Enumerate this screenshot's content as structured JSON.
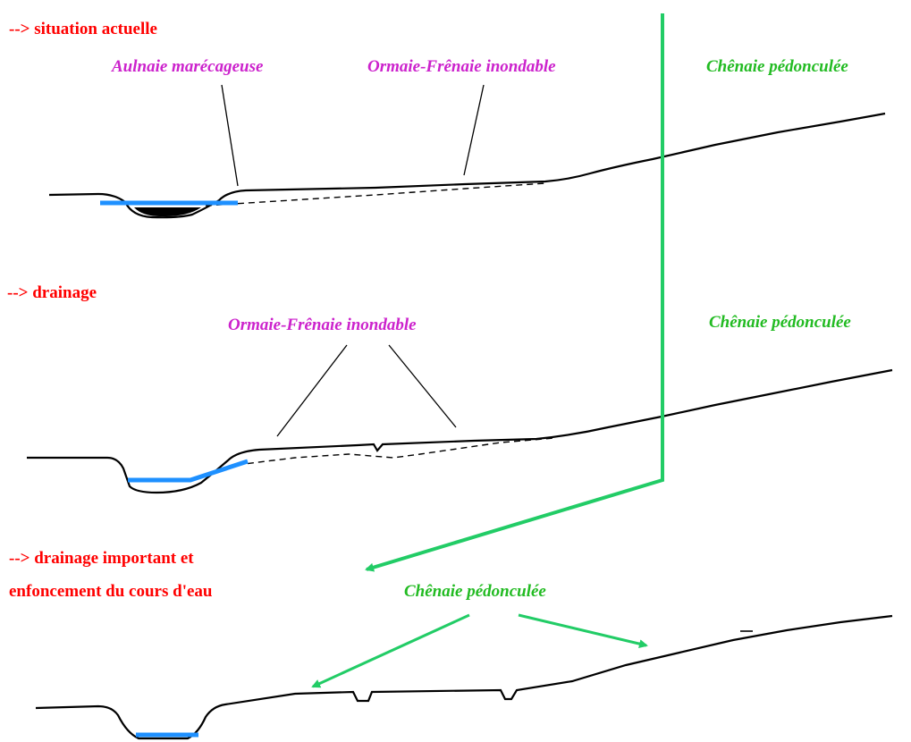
{
  "colors": {
    "heading": "#ff0000",
    "wetland": "#cc22cc",
    "oak": "#22bb22",
    "water": "#1e90ff",
    "terrain": "#000000",
    "arrow": "#22cc66"
  },
  "sections": [
    {
      "heading": "--> situation actuelle",
      "labels": {
        "alder": "Aulnaie marécageuse",
        "elm_ash": "Ormaie-Frênaie inondable",
        "oak": "Chênaie pédonculée"
      }
    },
    {
      "heading": "--> drainage",
      "labels": {
        "elm_ash": "Ormaie-Frênaie inondable",
        "oak": "Chênaie pédonculée"
      }
    },
    {
      "heading_line1": "--> drainage important et",
      "heading_line2": "enfoncement du cours d'eau",
      "labels": {
        "oak": "Chênaie pédonculée"
      }
    }
  ]
}
